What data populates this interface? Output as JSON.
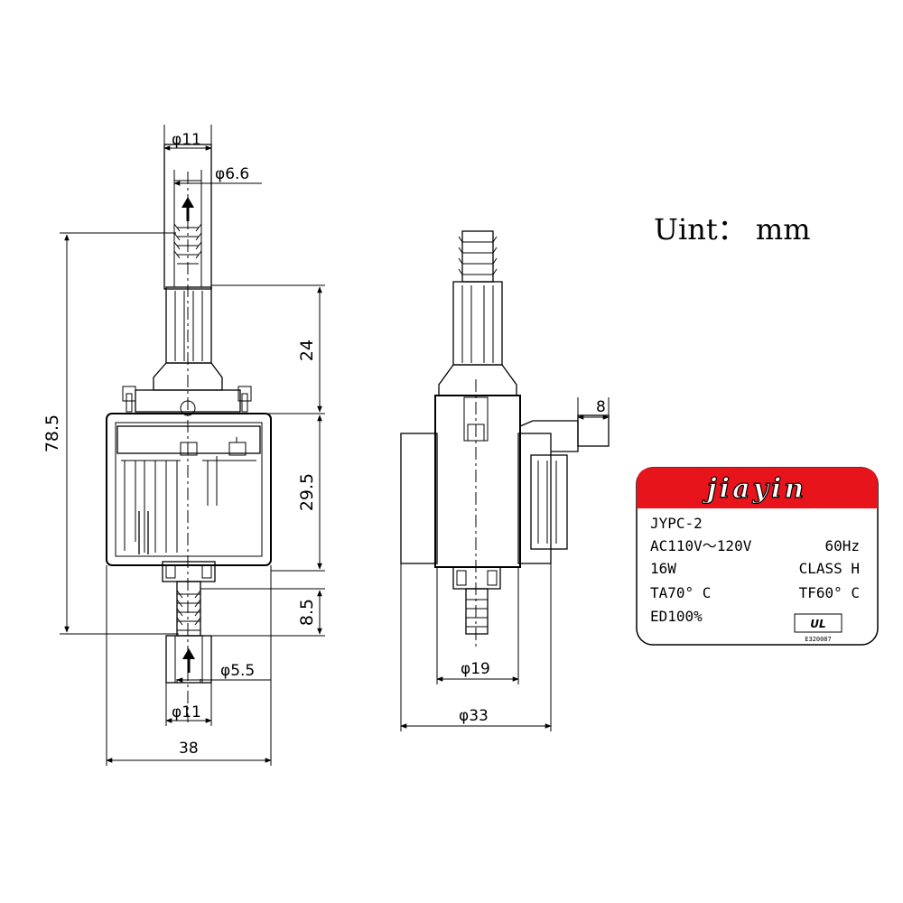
{
  "units_note": "Uint： mm",
  "front_view": {
    "dims": {
      "top_outer_dia": "φ11",
      "top_inner_dia": "φ6.6",
      "overall_height": "78.5",
      "top_section": "24",
      "body_height": "29.5",
      "bottom_section": "8.5",
      "bottom_inner_dia": "φ5.5",
      "bottom_outer_dia": "φ11",
      "body_width": "38"
    }
  },
  "side_view": {
    "dims": {
      "terminal": "8",
      "coil_dia": "φ19",
      "body_dia": "φ33"
    }
  },
  "label": {
    "brand": "jiayin",
    "model": "JYPC-2",
    "voltage": "AC110V～120V",
    "frequency": "60Hz",
    "power": "16W",
    "insulation_class": "CLASS H",
    "ta": "TA70° C",
    "tf": "TF60° C",
    "duty": "ED100%",
    "cert_mark": "UL",
    "cert_number": "E320087",
    "colors": {
      "header": "#e8141c",
      "border": "#000000"
    }
  }
}
